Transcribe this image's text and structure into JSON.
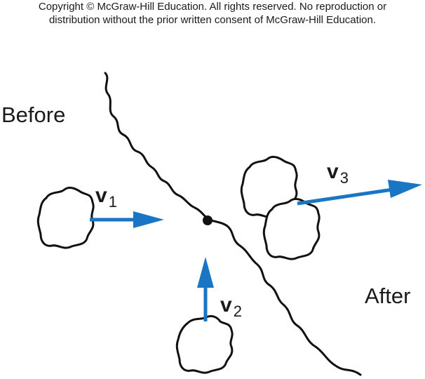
{
  "copyright": {
    "line1": "Copyright © McGraw-Hill Education.  All rights reserved. No reproduction or",
    "line2": "distribution without the prior written consent of McGraw-Hill Education."
  },
  "labels": {
    "before": "Before",
    "after": "After"
  },
  "vectors": {
    "v1": {
      "symbol": "v",
      "subscript": "1"
    },
    "v2": {
      "symbol": "v",
      "subscript": "2"
    },
    "v3": {
      "symbol": "v",
      "subscript": "3"
    }
  },
  "colors": {
    "arrow": "#1a75c4",
    "line": "#111111"
  }
}
